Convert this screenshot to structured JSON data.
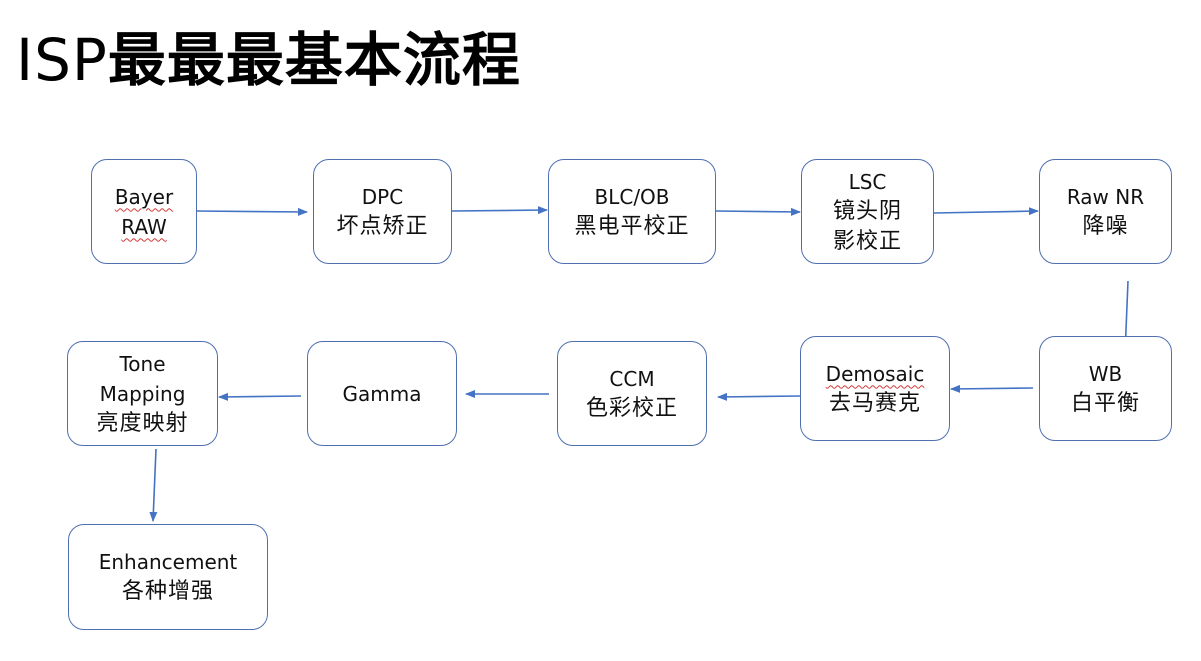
{
  "title": {
    "latin": "ISP",
    "cjk": "最最最基本流程"
  },
  "colors": {
    "node_border": "#4f6fb0",
    "arrow": "#4472c4",
    "spellcheck_underline": "#d23a3a"
  },
  "nodes": {
    "bayer": {
      "line1": "Bayer",
      "line2": "RAW"
    },
    "dpc": {
      "line1": "DPC",
      "line2": "坏点矫正"
    },
    "blc": {
      "line1": "BLC/OB",
      "line2": "黑电平校正"
    },
    "lsc": {
      "line1": "LSC",
      "line2": "镜头阴",
      "line3": "影校正"
    },
    "rawnr": {
      "line1": "Raw NR",
      "line2": "降噪"
    },
    "wb": {
      "line1": "WB",
      "line2": "白平衡"
    },
    "demosaic": {
      "line1": "Demosaic",
      "line2": "去马赛克"
    },
    "ccm": {
      "line1": "CCM",
      "line2": "色彩校正"
    },
    "gamma": {
      "line1": "Gamma"
    },
    "tone": {
      "line1": "Tone",
      "line2": "Mapping",
      "line3": "亮度映射"
    },
    "enh": {
      "line1": "Enhancement",
      "line2": "各种增强"
    }
  },
  "edges": [
    {
      "from": "Bayer RAW",
      "to": "DPC"
    },
    {
      "from": "DPC",
      "to": "BLC/OB"
    },
    {
      "from": "BLC/OB",
      "to": "LSC"
    },
    {
      "from": "LSC",
      "to": "Raw NR"
    },
    {
      "from": "Raw NR",
      "to": "WB"
    },
    {
      "from": "WB",
      "to": "Demosaic"
    },
    {
      "from": "Demosaic",
      "to": "CCM"
    },
    {
      "from": "CCM",
      "to": "Gamma"
    },
    {
      "from": "Gamma",
      "to": "Tone Mapping"
    },
    {
      "from": "Tone Mapping",
      "to": "Enhancement"
    }
  ]
}
